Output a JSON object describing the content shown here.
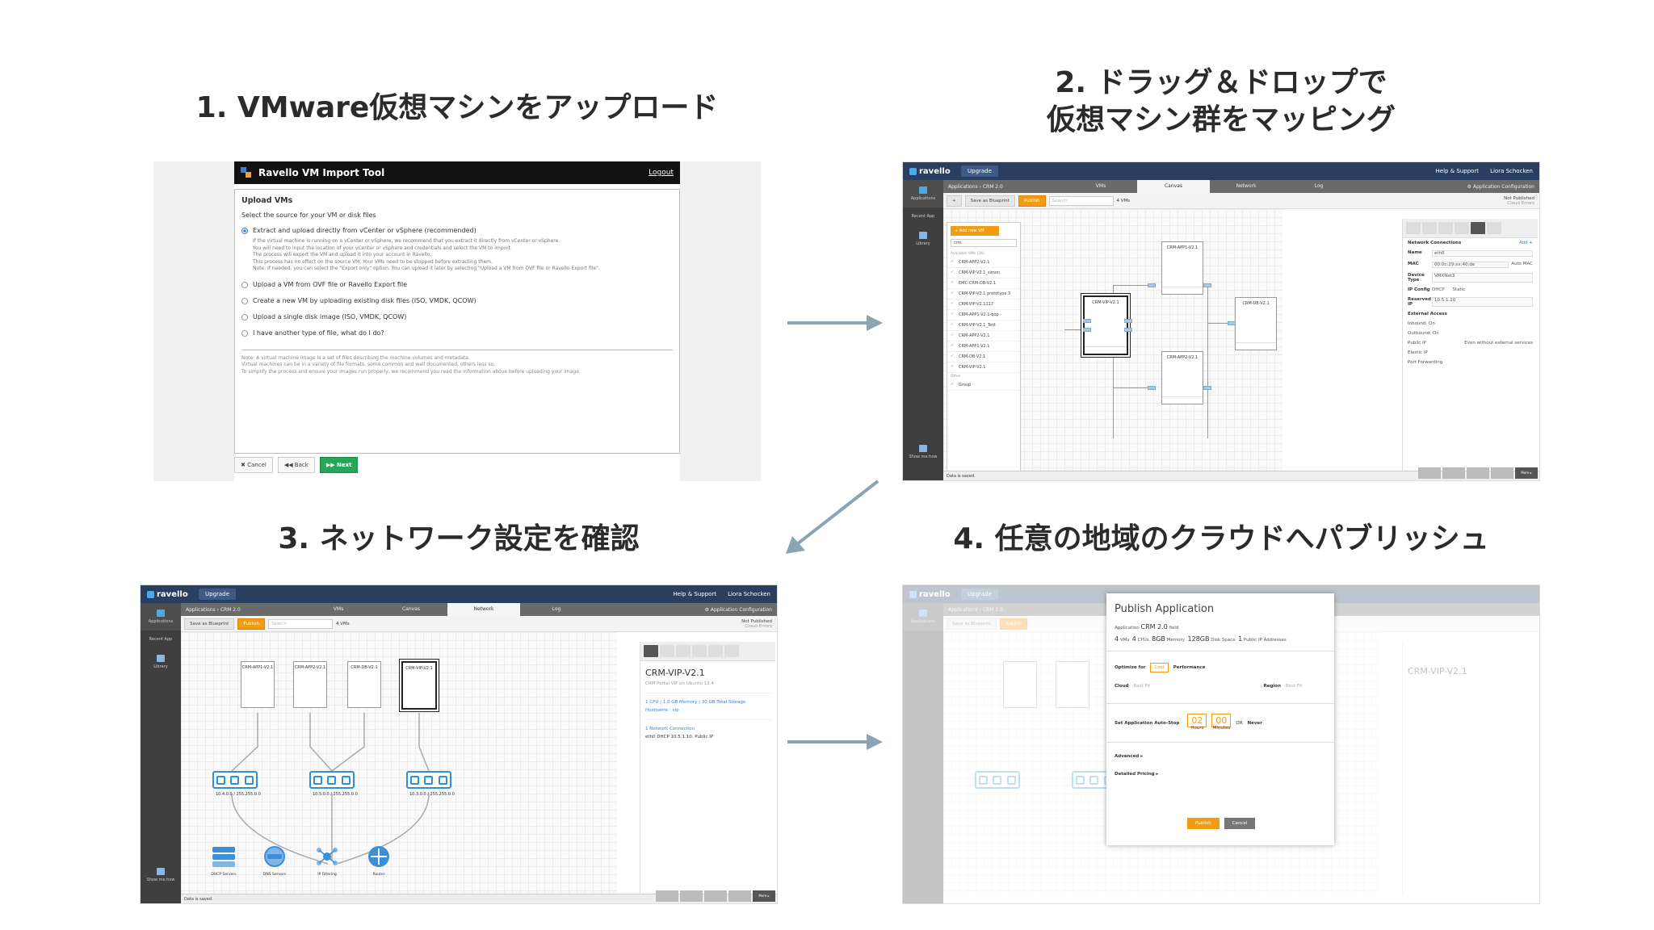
{
  "steps": [
    {
      "title": "1. VMware仮想マシンをアップロード"
    },
    {
      "title_line1": "2. ドラッグ＆ドロップで",
      "title_line2": "仮想マシン群をマッピング"
    },
    {
      "title": "3. ネットワーク設定を確認"
    },
    {
      "title": "4. 任意の地域のクラウドへパブリッシュ"
    }
  ],
  "import_tool": {
    "window_title": "Ravello VM Import Tool",
    "logout": "Logout",
    "heading": "Upload VMs",
    "subheading": "Select the source for your VM or disk files",
    "options": [
      "Extract and upload directly from vCenter or vSphere (recommended)",
      "Upload a VM from OVF file or Ravello Export file",
      "Create a new VM by uploading existing disk files (ISO, VMDK, QCOW)",
      "Upload a single disk image (ISO, VMDK, QCOW)",
      "I have another type of file, what do I do?"
    ],
    "option1_desc": [
      "If the virtual machine is running on a vCenter or vSphere, we recommend that you extract it directly from vCenter or vSphere.",
      "You will need to input the location of your vCenter or vSphere and credentials and select the VM to import.",
      "The process will export the VM and upload it into your account in Ravello.",
      "This process has no effect on the source VM. Your VMs need to be stopped before extracting them.",
      "Note: If needed, you can select the \"Export only\" option. You can upload it later by selecting \"Upload a VM from OVF file or Ravello Export file\"."
    ],
    "note": [
      "Note: A virtual machine image is a set of files describing the machine volumes and metadata.",
      "Virtual machines can be in a variety of file formats, some common and well documented, others less so.",
      "To simplify the process and ensure your images run properly, we recommend you read the information above before uploading your image."
    ],
    "buttons": {
      "cancel": "✖ Cancel",
      "back": "◀◀ Back",
      "next": "▶▶ Next"
    }
  },
  "app": {
    "brand": "ravello",
    "upgrade": "Upgrade",
    "help": "Help & Support",
    "user": "Liora Schocken",
    "breadcrumb": "Applications › CRM 2.0",
    "tabs": [
      "VMs",
      "Canvas",
      "Network",
      "Log"
    ],
    "app_config": "⚙ Application Configuration",
    "save_blueprint": "Save as Blueprint",
    "publish": "Publish",
    "search_placeholder": "Search",
    "vm_count": "4 VMs",
    "not_published": "Not Published",
    "cloud_errors": "Cloud Errors",
    "sidebar": {
      "applications": "Applications",
      "recent": "Recent App",
      "library": "Library",
      "show_help": "Show me how"
    },
    "data_saved": "Data is saved.",
    "more": "More ▸"
  },
  "canvas_panel": {
    "add_vm": "+ Add new VM",
    "search_value": "crm",
    "available_label": "Available VMs (34)",
    "vm_list": [
      "CRM-APP2-V2.1",
      "CRM-VIP-V2.1_simon",
      "EMC-CRM-DB-V2.1",
      "CRM-VIP-V2.1 prototype 3",
      "CRM-VIP-V2.1117",
      "CRM-APP1-V2.1-qop",
      "CRM-VIP-V2.1_Test",
      "CRM-APP2-V2.1",
      "CRM-APP1-V2.1",
      "CRM-DB-V2.1",
      "CRM-VIP-V2.1"
    ],
    "other_label": "Other",
    "group": "Group",
    "canvas_vms": [
      "CRM-APP1-V2.1",
      "CRM-VIP-V2.1",
      "CRM-DB-V2.1",
      "CRM-APP2-V2.1"
    ],
    "network_title": "Network Connections",
    "add": "Add +",
    "fields": [
      {
        "k": "Name",
        "v": "eth0"
      },
      {
        "k": "MAC",
        "v": "00:0c:29:xx:40:de"
      },
      {
        "k": "Device Type",
        "v": "VMXNet3"
      },
      {
        "k": "IP Config",
        "v": "DHCP"
      },
      {
        "k": "Reserved IP",
        "v": "10.5.1.10"
      }
    ],
    "auto_mac": "Auto MAC",
    "static": "Static",
    "external_access": "External Access",
    "inbound": "Inbound: On",
    "outbound": "Outbound: On",
    "public_ip": "Public IP",
    "elastic_ip": "Elastic IP",
    "port_forwarding": "Port Forwarding",
    "even_without": "Even without external services"
  },
  "network_panel": {
    "vms": [
      "CRM-APP1-V2.1",
      "CRM-APP2-V2.1",
      "CRM-DB-V2.1",
      "CRM-VIP-V2.1"
    ],
    "switches": [
      "10.4.0.0 / 255.255.0.0",
      "10.5.0.0 / 255.255.0.0",
      "10.3.0.0 / 255.255.0.0"
    ],
    "services": [
      "DHCP Servers",
      "DNS Servers",
      "IP Filtering",
      "Router"
    ],
    "detail_title": "CRM-VIP-V2.1",
    "detail_sub": "CRM Portal VIP on Ubuntu 12.4",
    "detail_specs": "1 CPU  |  1.0 GB Memory  |  30 GB Total Storage",
    "detail_host": "Hostname : vip",
    "net_conn": "1 Network Connection",
    "net_line": "eth0  DHCP 10.5.1.10, Public IP"
  },
  "publish": {
    "title": "Publish Application",
    "application_label": "Application",
    "app_name": "CRM 2.0",
    "app_tag": "field",
    "vms": "4",
    "vms_unit": "VMs",
    "cpus": "4",
    "cpus_unit": "CPUs",
    "memory": "8GB",
    "memory_unit": "Memory",
    "disk": "128GB",
    "disk_unit": "Disk Space",
    "public_ips": "1",
    "public_ips_unit": "Public IP Addresses",
    "optimize_label": "Optimize for",
    "optimize_cost": "Cost",
    "optimize_perf": "Performance",
    "cloud_label": "Cloud",
    "cloud_value": "Best Fit",
    "region_label": "Region",
    "region_value": "Best Fit",
    "autostop_label": "Set Application Auto-Stop",
    "hours": "02",
    "hours_label": "Hours",
    "minutes": "00",
    "minutes_label": "Minutes",
    "or": "OR",
    "never": "Never",
    "advanced": "Advanced ▸",
    "pricing": "Detailed Pricing ▸",
    "publish_btn": "Publish",
    "cancel_btn": "Cancel"
  },
  "colors": {
    "accent": "#f39c12",
    "topbar": "#2a3f5f",
    "arrow": "#8aa4b4",
    "switch": "#2f8fd8"
  }
}
